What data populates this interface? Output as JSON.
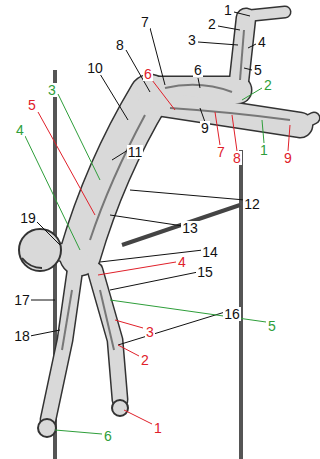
{
  "diagram": {
    "labels": [
      "1",
      "2",
      "3",
      "4",
      "5",
      "6",
      "7",
      "8",
      "9",
      "10",
      "11",
      "12",
      "13",
      "14",
      "15",
      "16",
      "17",
      "18",
      "19",
      "1",
      "2",
      "3",
      "4",
      "5",
      "6",
      "7",
      "8",
      "9",
      "1",
      "2",
      "3",
      "4",
      "5",
      "6"
    ]
  }
}
